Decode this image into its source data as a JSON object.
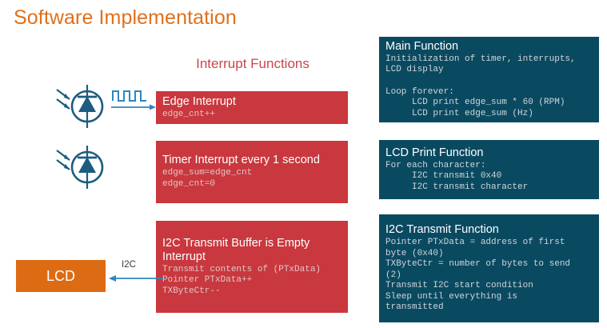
{
  "slide": {
    "title": "Software Implementation",
    "title_color": "#E0701B",
    "background": "#ffffff"
  },
  "colors": {
    "accent_orange": "#DD6B14",
    "interrupt_red": "#C8383E",
    "function_teal": "#0A4A61",
    "heading_red": "#C9454B",
    "schematic_blue": "#1C5C80",
    "arrow_blue": "#2E86C1"
  },
  "columns": {
    "interrupts_heading": "Interrupt Functions"
  },
  "interrupt_boxes": [
    {
      "name": "edge-interrupt",
      "title": "Edge Interrupt",
      "body": "edge_cnt++"
    },
    {
      "name": "timer-interrupt",
      "title": "Timer Interrupt every 1 second",
      "body": "edge_sum=edge_cnt\nedge_cnt=0"
    },
    {
      "name": "i2c-transmit-buffer-empty-interrupt",
      "title": "I2C Transmit Buffer is Empty Interrupt",
      "body": "Transmit contents of (PTxData)\nPointer PTxData++\nTXByteCtr--"
    }
  ],
  "function_boxes": [
    {
      "name": "main-function",
      "title": "Main Function",
      "body": "Initialization of timer, interrupts,\nLCD display\n\nLoop forever:\n     LCD print edge_sum * 60 (RPM)\n     LCD print edge_sum (Hz)"
    },
    {
      "name": "lcd-print-function",
      "title": "LCD Print Function",
      "body": "For each character:\n     I2C transmit 0x40\n     I2C transmit character"
    },
    {
      "name": "i2c-transmit-function",
      "title": "I2C Transmit Function",
      "body": "Pointer PTxData = address of first\nbyte (0x40)\nTXByteCtr = number of bytes to send\n(2)\nTransmit I2C start condition\nSleep until everything is\ntransmitted"
    }
  ],
  "devices": {
    "lcd_label": "LCD"
  },
  "connections": {
    "i2c_label": "I2C"
  },
  "icons": {
    "photodiode": "photodiode-symbol",
    "pulse_train": "square-wave-icon",
    "arrow_right": "arrow-right-icon",
    "arrow_left": "arrow-left-icon"
  }
}
